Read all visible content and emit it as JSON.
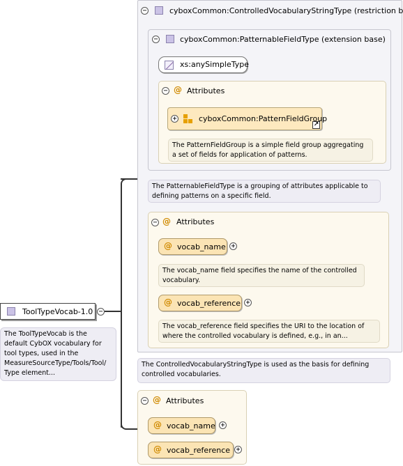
{
  "restriction_box": {
    "label": "cyboxCommon:ControlledVocabularyStringType (restriction base)",
    "description": "The ControlledVocabularyStringType is used as the basis for defining controlled vocabularies."
  },
  "extension_box": {
    "label": "cyboxCommon:PatternableFieldType (extension base)",
    "description": "The PatternableFieldType is a grouping of attributes applicable to defining patterns on a specific field."
  },
  "simple_type": {
    "label": "xs:anySimpleType"
  },
  "inner_attributes": {
    "title": "Attributes",
    "group_label": "cyboxCommon:PatternFieldGroup",
    "group_description": "The PatternFieldGroup is a simple field group aggregating a set of fields for application of patterns."
  },
  "middle_attributes": {
    "title": "Attributes",
    "items": [
      {
        "name": "vocab_name",
        "description": "The vocab_name field specifies the name of the controlled vocabulary."
      },
      {
        "name": "vocab_reference",
        "description": "The vocab_reference field specifies the URI to the location of where the controlled vocabulary is defined, e.g., in an..."
      }
    ]
  },
  "bottom_attributes": {
    "title": "Attributes",
    "items": [
      {
        "name": "vocab_name"
      },
      {
        "name": "vocab_reference"
      }
    ]
  },
  "root": {
    "label": "ToolTypeVocab-1.0",
    "description": "The ToolTypeVocab is the default CybOX vocabulary for tool types, used in the MeasureSourceType/Tools/Tool/ Type element..."
  },
  "icons": {
    "collapse": "minus-circle-icon",
    "expand": "plus-circle-icon",
    "attribute": "at-sign-icon",
    "complex_type": "purple-square-icon",
    "simple_type": "slash-icon",
    "group": "attribute-group-icon",
    "link": "link-arrow-icon"
  }
}
